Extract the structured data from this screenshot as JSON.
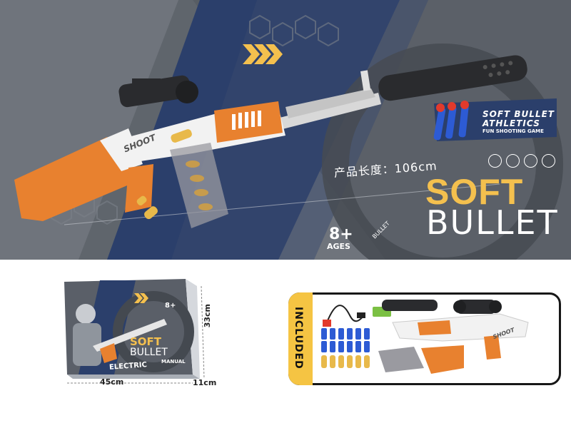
{
  "banner": {
    "length_label": "产品长度：106cm",
    "title_soft": "SOFT",
    "title_bullet": "BULLET",
    "age_value": "8+",
    "age_label": "AGES",
    "age_tag": "BULLET",
    "badge_line1": "SOFT BULLET",
    "badge_line2": "ATHLETICS",
    "badge_line3": "FUN SHOOTING GAME",
    "gun_text": "SHOOT",
    "colors": {
      "bg": "#5b6068",
      "accent_yellow": "#f4c04e",
      "gun_orange": "#e8812f",
      "navy": "#2b3f6b"
    }
  },
  "box": {
    "brand_text": "SOFT",
    "brand_text2": "BULLET",
    "mode_text": "ELECTRIC",
    "mode_text2": "MANUAL",
    "age_value": "8+",
    "width_label": "45cm",
    "height_label": "33cm",
    "depth_label": "11cm"
  },
  "included": {
    "title": "INCLUDED",
    "gun_text": "SHOOT"
  }
}
